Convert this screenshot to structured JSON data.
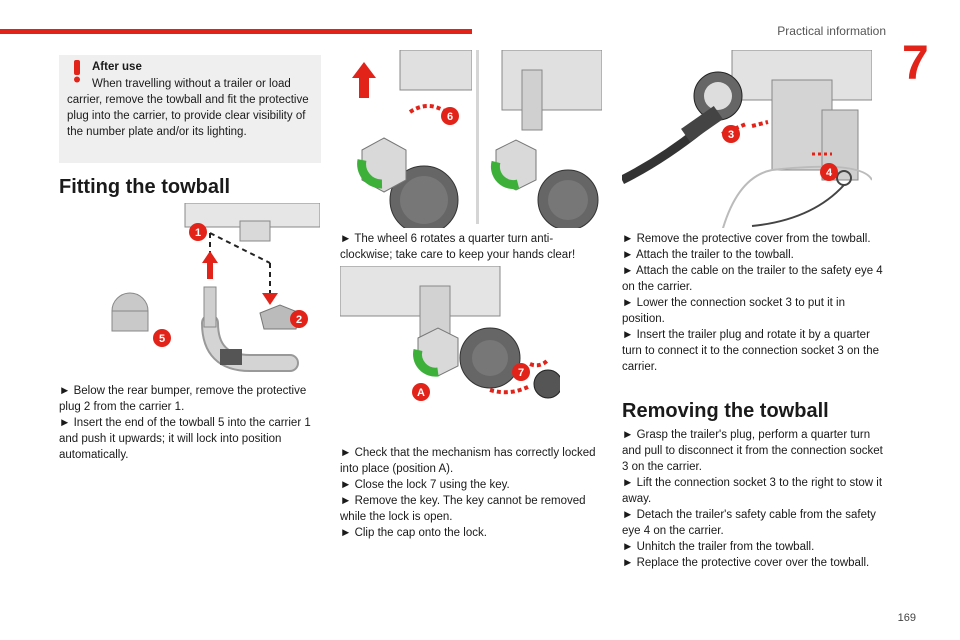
{
  "header": {
    "section": "Practical information",
    "chapter": "7"
  },
  "note": {
    "title": "After use",
    "text": "When travelling without a trailer or load carrier, remove the towball and fit the protective plug into the carrier, to provide clear visibility of the number plate and/or its lighting."
  },
  "col1": {
    "heading": "Fitting the towball",
    "steps": [
      "► Below the rear bumper, remove the protective plug 2 from the carrier 1.",
      "► Insert the end of the towball 5 into the carrier 1 and push it upwards; it will lock into position automatically."
    ]
  },
  "col2": {
    "para1": "► The wheel 6 rotates a quarter turn anti-clockwise; take care to keep your hands clear!",
    "steps": [
      "► Check that the mechanism has correctly locked into place (position A).",
      "► Close the lock 7 using the key.",
      "► Remove the key. The key cannot be removed while the lock is open.",
      "► Clip the cap onto the lock."
    ]
  },
  "col3": {
    "steps": [
      "► Remove the protective cover from the towball.",
      "► Attach the trailer to the towball.",
      "► Attach the cable on the trailer to the safety eye 4 on the carrier.",
      "► Lower the connection socket 3 to put it in position.",
      "► Insert the trailer plug and rotate it by a quarter turn to connect it to the connection socket 3 on the carrier."
    ],
    "heading": "Removing the towball",
    "steps2": [
      "► Grasp the trailer's plug, perform a quarter turn and pull to disconnect it from the connection socket 3 on the carrier.",
      "► Lift the connection socket 3 to the right to stow it away.",
      "► Detach the trailer's safety cable from the safety eye 4 on the carrier.",
      "► Unhitch the trailer from the towball.",
      "► Replace the protective cover over the towball."
    ]
  },
  "callouts": {
    "fig1": [
      "1",
      "2",
      "5"
    ],
    "fig2": [
      "6"
    ],
    "fig4": [
      "7",
      "A"
    ],
    "fig5": [
      "3",
      "4"
    ]
  },
  "footer": {
    "page_number": "169"
  },
  "colors": {
    "accent": "#e2231a",
    "green": "#3db03a",
    "notebox": "#efefef"
  }
}
